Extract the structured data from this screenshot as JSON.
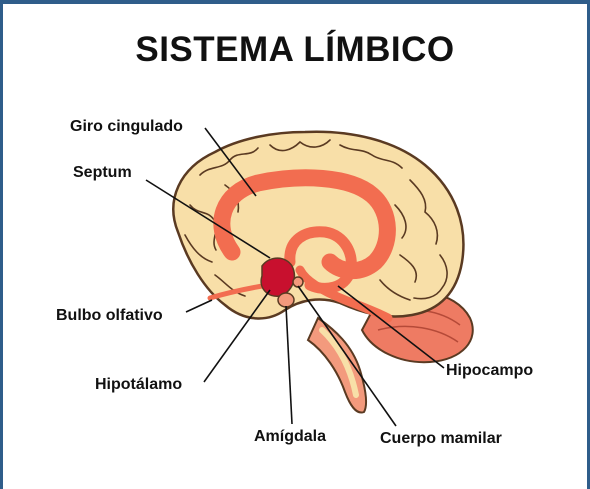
{
  "title": "SISTEMA LÍMBICO",
  "labels": {
    "giro_cingulado": "Giro cingulado",
    "septum": "Septum",
    "bulbo_olfativo": "Bulbo olfativo",
    "hipotalamo": "Hipotálamo",
    "amigdala": "Amígdala",
    "cuerpo_mamilar": "Cuerpo mamilar",
    "hipocampo": "Hipocampo"
  },
  "colors": {
    "frame": "#2f5d8a",
    "brain_fill": "#f8dfa8",
    "gyri_lines": "#5a3a22",
    "limbic": "#f26d50",
    "hypothalamus": "#c8102e",
    "brainstem": "#f39a7d",
    "cerebellum": "#ee7b63"
  }
}
